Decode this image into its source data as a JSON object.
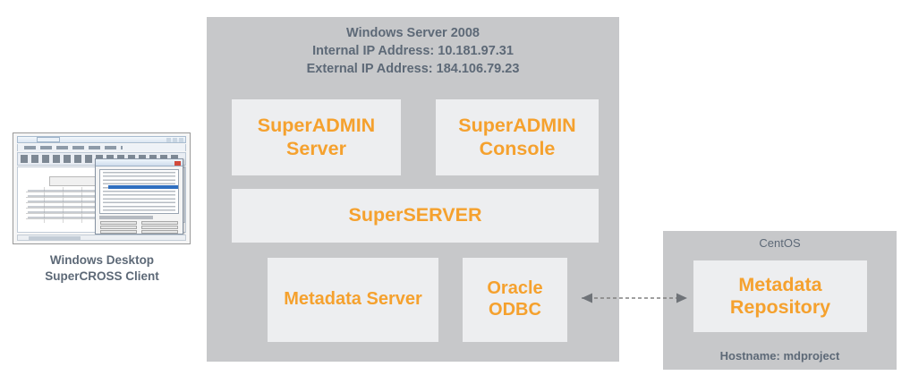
{
  "diagram": {
    "windows_server": {
      "title": "Windows Server 2008\nInternal IP Address: 10.181.97.31\nExternal IP Address: 184.106.79.23",
      "os_name": "Windows Server 2008",
      "internal_ip_label": "Internal IP Address: 10.181.97.31",
      "external_ip_label": "External IP Address: 184.106.79.23",
      "components": {
        "superadmin_server": "SuperADMIN\nServer",
        "superadmin_console": "SuperADMIN\nConsole",
        "superserver": "SuperSERVER",
        "metadata_server": "Metadata Server",
        "oracle_odbc": "Oracle\nODBC"
      }
    },
    "centos_host": {
      "title": "CentOS",
      "hostname": "Hostname: mdproject",
      "components": {
        "metadata_repository": "Metadata\nRepository"
      }
    },
    "client": {
      "caption": "Windows Desktop\nSuperCROSS Client",
      "thumbnail_name": "supercross-client-screenshot"
    },
    "connector": {
      "name": "bidirectional-dashed-arrow",
      "from": "Oracle ODBC",
      "to": "Metadata Repository",
      "style": "dashed",
      "arrows": "both"
    },
    "colors": {
      "host_panel_gray": "#C7C8CA",
      "component_box": "#EDEEF0",
      "component_text_orange": "#F5A12E",
      "host_title_text": "#5D6977",
      "connector_gray": "#808080",
      "page_background": "#FFFFFF"
    }
  }
}
